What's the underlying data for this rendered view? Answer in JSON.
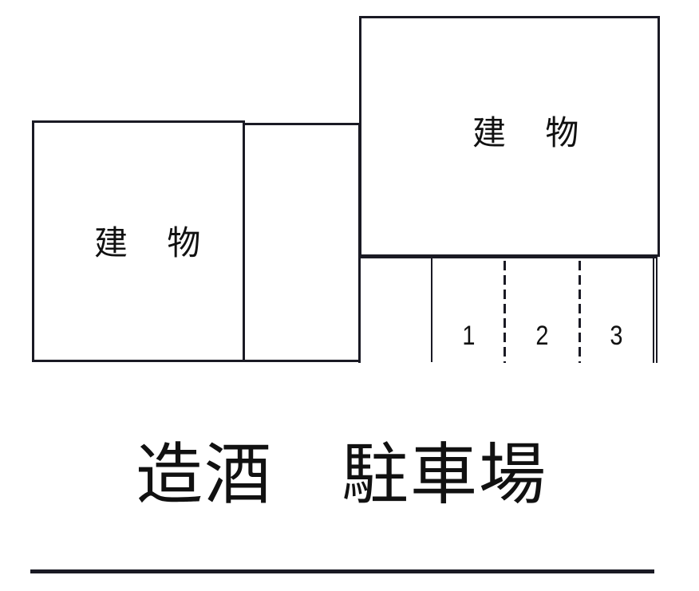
{
  "map": {
    "title": "造酒　駐車場",
    "title_parts": [
      "造酒",
      "駐車場"
    ],
    "buildings": [
      {
        "id": "left",
        "label": "建 物"
      },
      {
        "id": "right",
        "label": "建 物"
      }
    ],
    "parking": {
      "slots": [
        {
          "number": "1"
        },
        {
          "number": "2"
        },
        {
          "number": "3"
        }
      ]
    },
    "colors": {
      "line": "#1a1a24",
      "background": "#ffffff",
      "text": "#111111"
    }
  }
}
